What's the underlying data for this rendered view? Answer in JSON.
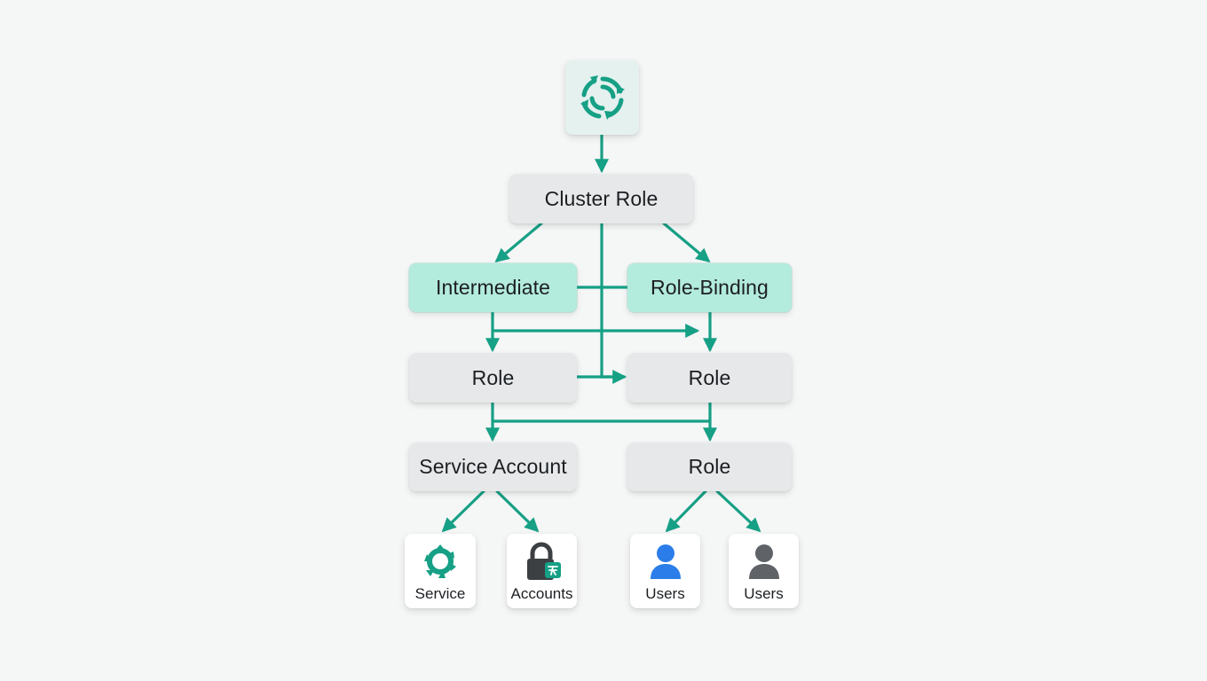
{
  "diagram": {
    "colors": {
      "edge": "#16a085",
      "node_gray": "#e6e8ea",
      "node_teal": "#b3ebdd",
      "user_blue": "#2b7de9",
      "user_gray": "#5f6368",
      "lock_dark": "#3c4043"
    },
    "root": {
      "icon": "sync-cycle-icon"
    },
    "nodes": {
      "cluster_role": "Cluster Role",
      "intermediate": "Intermediate",
      "role_binding": "Role-Binding",
      "role_left": "Role",
      "role_right": "Role",
      "service_account": "Service Account",
      "role_bottom": "Role"
    },
    "leaves": [
      {
        "label": "Service",
        "icon": "gear-cycle-icon"
      },
      {
        "label": "Accounts",
        "icon": "lock-icon"
      },
      {
        "label": "Users",
        "icon": "user-blue-icon"
      },
      {
        "label": "Users",
        "icon": "user-gray-icon"
      }
    ]
  }
}
